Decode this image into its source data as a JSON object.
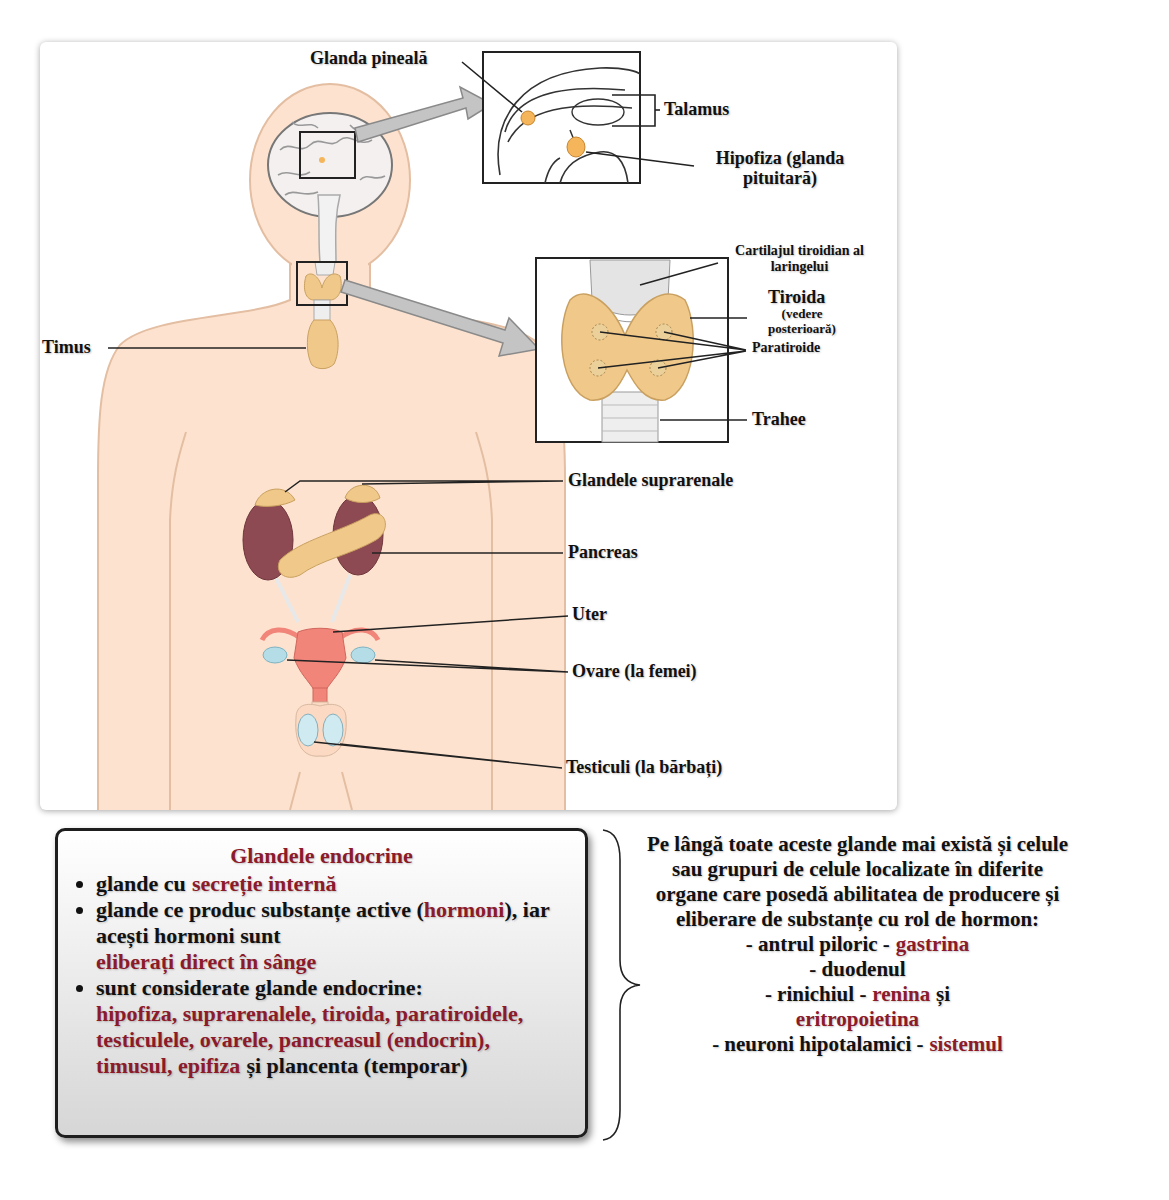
{
  "diagram": {
    "nodes": [
      {
        "text": [
          "Glandele endocrine",
          "glande cu",
          "secreție internă",
          "glande ce produc substanțe active (",
          "hormoni",
          "), iar acești hormoni sunt",
          "eliberați direct în sânge",
          "sunt considerate glande endocrine:",
          "hipofiza, suprarenalele, tiroida, paratiroidele, testiculele, ovarele, pancreasul (endocrin), timusul, epifiza",
          "și plancenta (temporar)"
        ]
      }
    ],
    "labels": [
      "Glanda pineală",
      "Talamus",
      "Hipofiza (glanda pituitară)",
      "Cartilajul tiroidian al laringelui",
      "Tiroida",
      "(vedere posterioară)",
      "Paratiroide",
      "Timus",
      "Trahee",
      "Glandele suprarenale",
      "Pancreas",
      "Uter",
      "Ovare (la femei)",
      "Testiculi (la bărbați)",
      "Pe lângă toate aceste glande mai există și celule sau grupuri de celule localizate în diferite organe care posedă abilitatea de producere și eliberare de substanțe cu rol de hormon:",
      "- antrul piloric -",
      "gastrina",
      "- duodenul",
      "- rinichiul -",
      "renina",
      "și",
      "eritropoietina",
      "- neuroni hipotalamici -",
      "sistemul"
    ]
  }
}
